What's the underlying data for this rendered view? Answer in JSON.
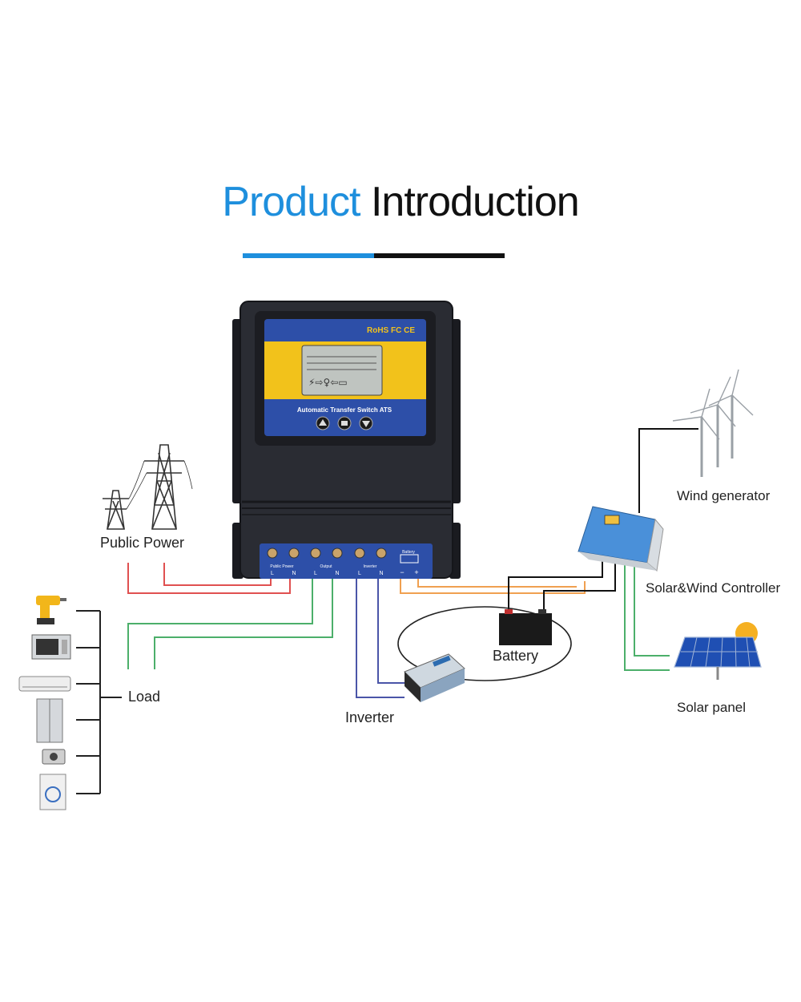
{
  "title": {
    "part1": "Product",
    "part2": "Introduction"
  },
  "device": {
    "certs": "RoHS FC CE",
    "name": "Automatic Transfer Switch ATS",
    "terminal_groups": [
      "Public Power",
      "Output",
      "Inverter",
      "Battery"
    ],
    "terminal_letters": [
      "L",
      "N",
      "L",
      "N",
      "L",
      "N"
    ],
    "battery_signs": [
      "−",
      "+"
    ]
  },
  "labels": {
    "public_power": "Public Power",
    "load": "Load",
    "inverter": "Inverter",
    "battery": "Battery",
    "wind_generator": "Wind generator",
    "solar_wind_controller": "Solar&Wind Controller",
    "solar_panel": "Solar panel"
  },
  "load_devices": [
    "drill-icon",
    "microwave-icon",
    "air-conditioner-icon",
    "refrigerator-icon",
    "camera-icon",
    "washing-machine-icon"
  ],
  "colors": {
    "title_blue": "#1e8fdd",
    "wire_red": "#e05050",
    "wire_green": "#4caf6a",
    "wire_blue": "#4a55a8",
    "wire_orange": "#f0a050",
    "wire_black": "#111111",
    "panel_blue": "#2d4fa8",
    "panel_yellow": "#f2c21b",
    "controller_blue": "#4a90d9"
  }
}
